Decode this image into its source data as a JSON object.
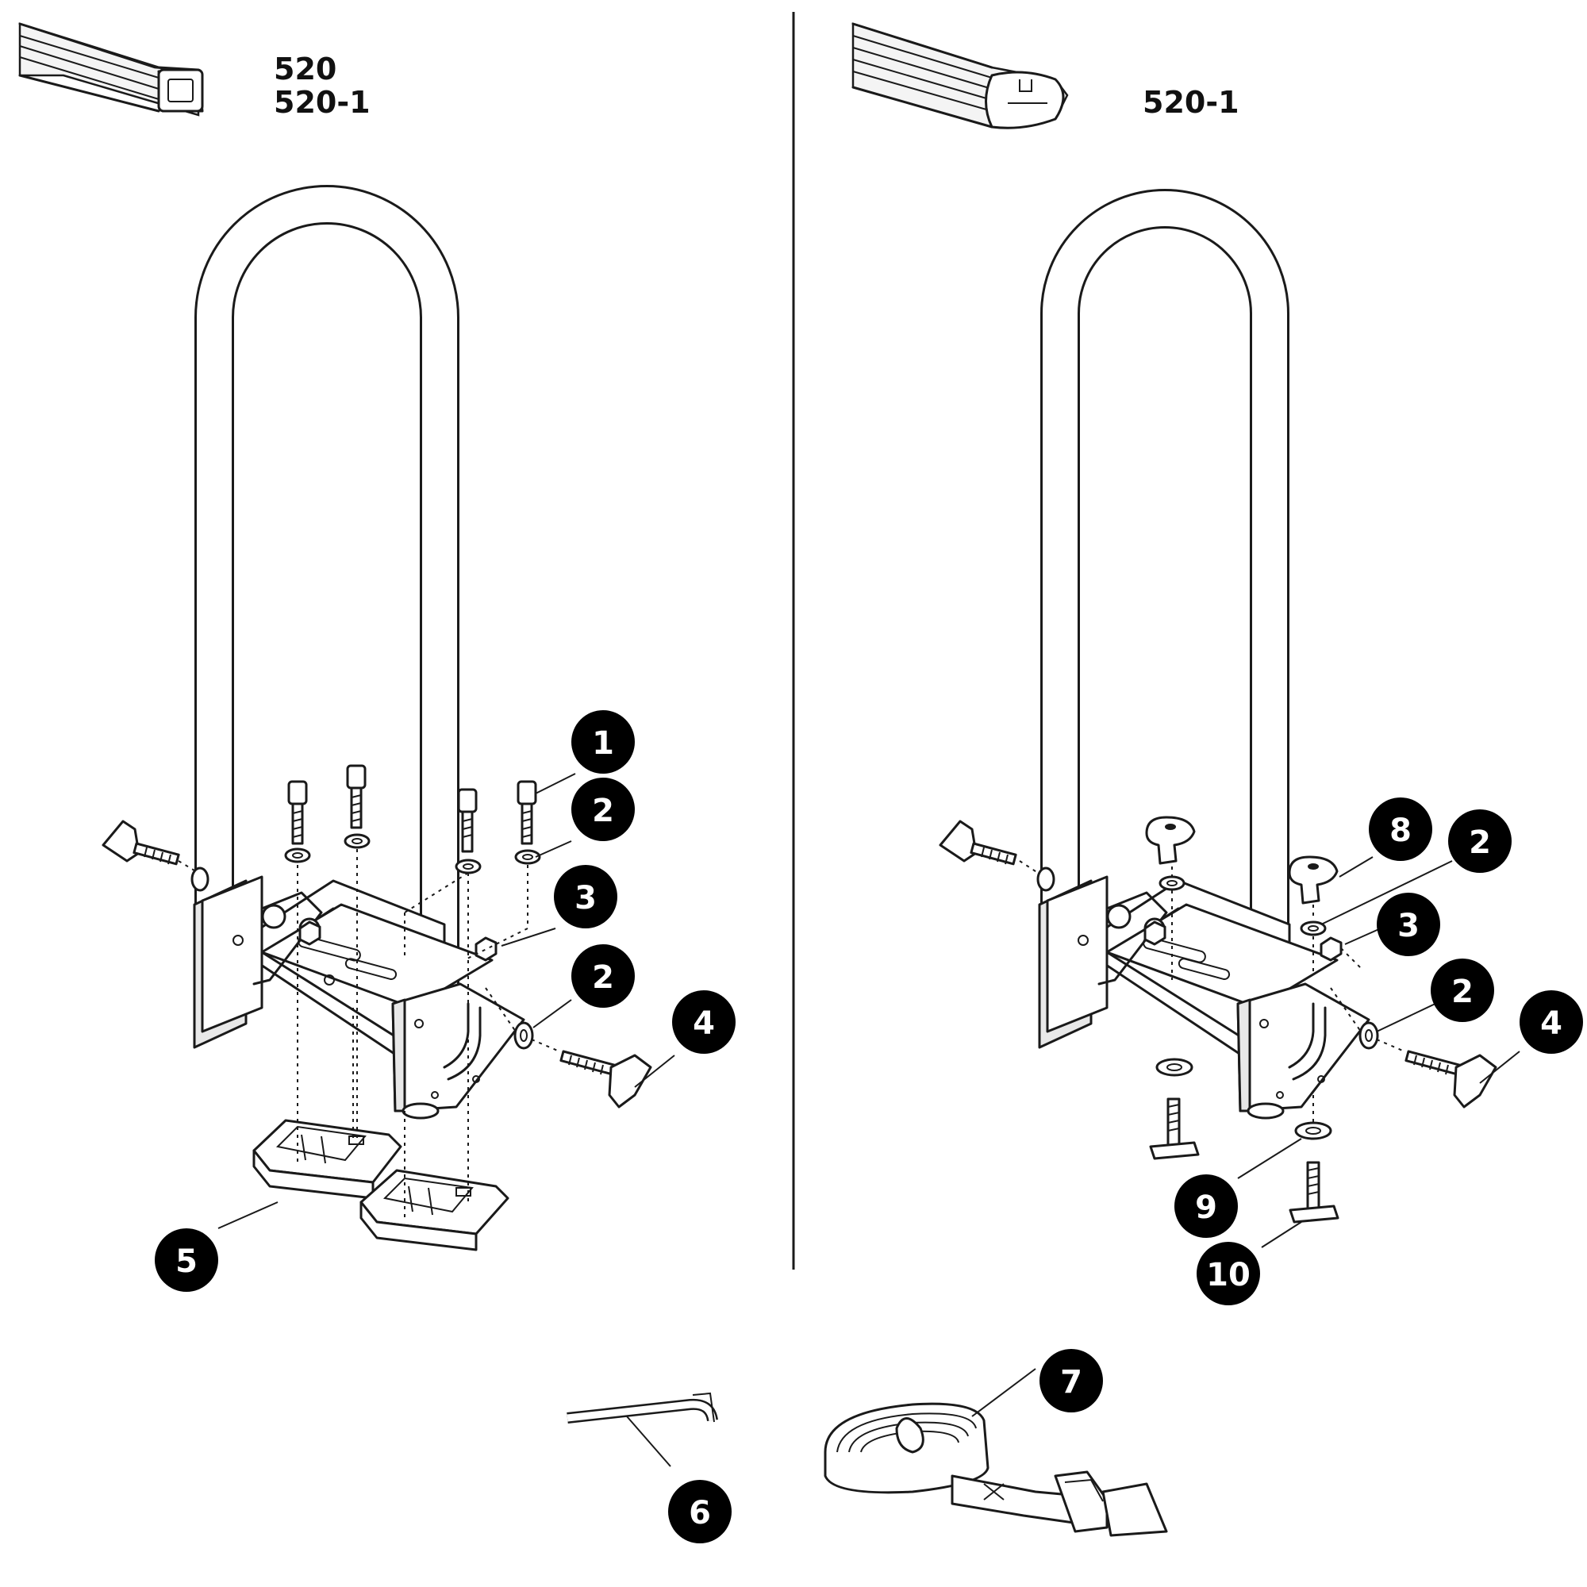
{
  "left_panel": {
    "models": [
      "520",
      "520-1"
    ]
  },
  "right_panel": {
    "models": [
      "520-1"
    ]
  },
  "callouts": {
    "left": [
      "1",
      "2",
      "3",
      "2",
      "4",
      "5"
    ],
    "right": [
      "8",
      "2",
      "3",
      "2",
      "4",
      "9",
      "10"
    ],
    "bottom": [
      "6",
      "7"
    ]
  },
  "colors": {
    "ink": "#1a1a1a",
    "callout_fill": "#000000",
    "background": "#ffffff"
  }
}
